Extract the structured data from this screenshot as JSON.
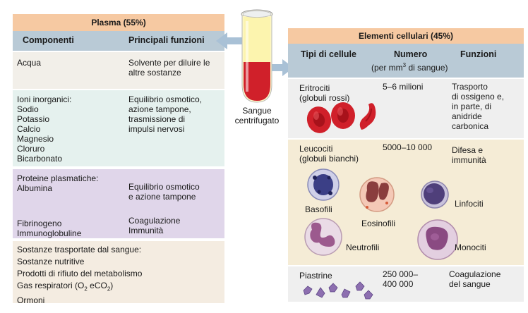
{
  "plasma": {
    "title": "Plasma (55%)",
    "col_components": "Componenti",
    "col_functions": "Principali funzioni",
    "rows": [
      {
        "components": "Acqua",
        "functions": "Solvente per diluire le\naltre sostanze"
      },
      {
        "components": "Ioni inorganici:\nSodio\nPotassio\nCalcio\nMagnesio\nCloruro\nBicarbonato",
        "functions": "Equilibrio osmotico,\nazione tampone,\ntrasmissione di\nimpulsi nervosi"
      },
      {
        "components_a": "Proteine plasmatiche:\nAlbumina",
        "functions_a": "Equilibrio osmotico\ne azione tampone",
        "components_b": "Fibrinogeno\nImmunoglobuline",
        "functions_b": "Coagulazione\nImmunità"
      },
      {
        "components": "Sostanze trasportate dal sangue:\nSostanze nutritive\nProdotti di rifiuto del metabolismo\nGas respiratori  (O",
        "o2_sub": "2",
        "mid": " eCO",
        "co2_sub": "2",
        "end": ")",
        "last": "Ormoni"
      }
    ]
  },
  "tube": {
    "label": "Sangue\ncentrifugato"
  },
  "cells": {
    "title": "Elementi cellulari (45%)",
    "col_type": "Tipi di cellule",
    "col_number": "Numero",
    "col_number_sub": "(per mm",
    "col_number_sup": "3",
    "col_number_end": " di sangue)",
    "col_function": "Funzioni",
    "erythrocytes": {
      "type": "Eritrociti\n(globuli rossi)",
      "number": "5–6 milioni",
      "function": "Trasporto\ndi ossigeno e,\nin parte, di\nanidride\ncarbonica"
    },
    "leukocytes": {
      "type": "Leucociti\n(globuli bianchi)",
      "number": "5000–10 000",
      "function": "Difesa e\nimmunità",
      "labels": {
        "basophils": "Basofili",
        "eosinophils": "Eosinofili",
        "lymphocytes": "Linfociti",
        "neutrophils": "Neutrofili",
        "monocytes": "Monociti"
      }
    },
    "platelets": {
      "type": "Piastrine",
      "number": "250 000–\n400 000",
      "function": "Coagulazione\ndel sangue"
    }
  },
  "colors": {
    "header": "#f6c9a2",
    "column_header": "#b9cad6",
    "water": "#f2efe9",
    "ions": "#e5f1ee",
    "proteins": "#e0d6ea",
    "transported": "#f4ece1",
    "cells_bg": "#efefef",
    "leuko_bg": "#f5ecd6",
    "blood": "#d0202a",
    "arrow": "#a9c1d6"
  }
}
